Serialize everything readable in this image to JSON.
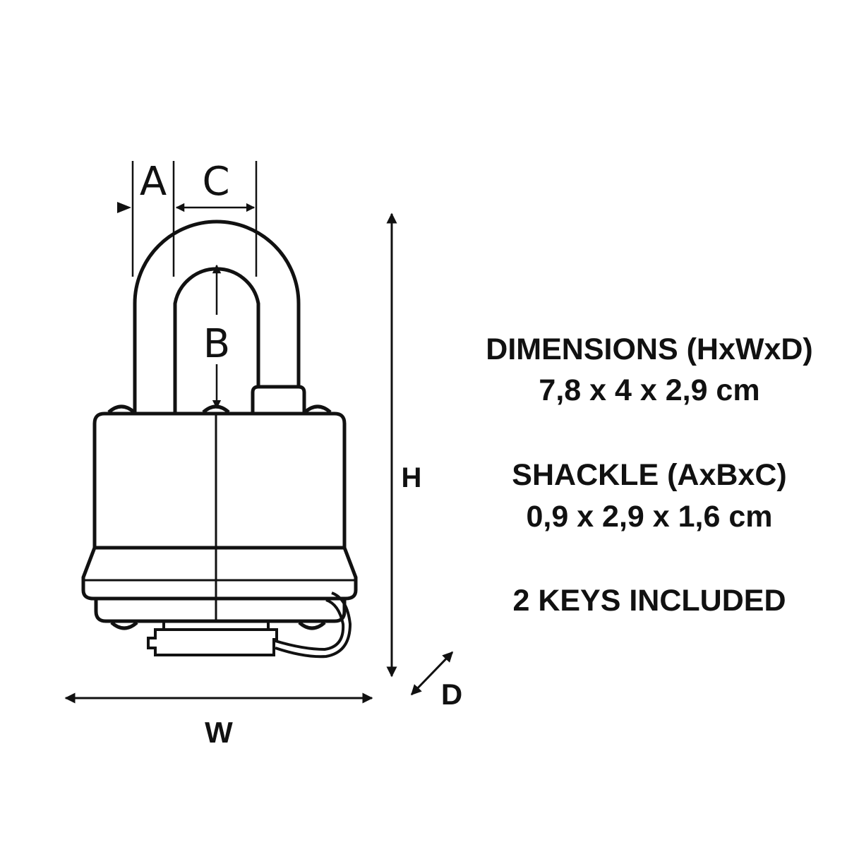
{
  "diagram": {
    "title": "Padlock dimensions diagram",
    "colors": {
      "line": "#111111",
      "background": "#ffffff"
    },
    "labels": {
      "a": "A",
      "b": "B",
      "c": "C",
      "h": "H",
      "w": "W",
      "d": "D"
    }
  },
  "specs": {
    "dimensions_heading": "DIMENSIONS (HxWxD)",
    "dimensions_value": "7,8 x 4 x 2,9 cm",
    "shackle_heading": "SHACKLE (AxBxC)",
    "shackle_value": "0,9 x 2,9 x 1,6 cm",
    "keys_note": "2 KEYS INCLUDED"
  }
}
